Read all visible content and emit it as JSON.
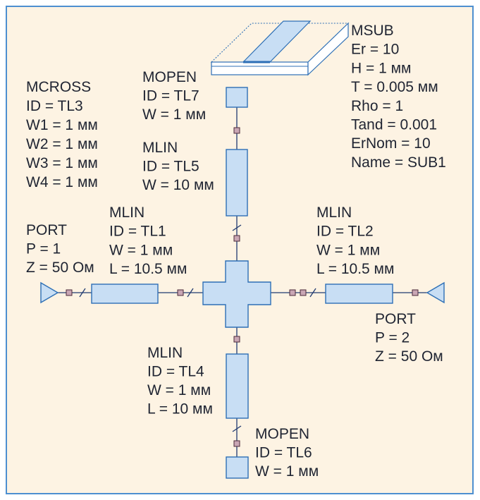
{
  "colors": {
    "background": "#fdf3e3",
    "frame": "#4d8fd0",
    "component_fill": "#c8def4",
    "component_stroke": "#2d6fb6",
    "wire": "#203a70",
    "node": "#c9a6b4",
    "text": "#1f2432"
  },
  "msub": {
    "lines": [
      "MSUB",
      "Er = 10",
      "H = 1 мм",
      "T = 0.005 мм",
      "Rho = 1",
      "Tand = 0.001",
      "ErNom = 10",
      "Name = SUB1"
    ]
  },
  "mcross": {
    "lines": [
      "MCROSS",
      "ID = TL3",
      "W1 = 1 мм",
      "W2 = 1 мм",
      "W3 = 1 мм",
      "W4 = 1 мм"
    ]
  },
  "mopen_tl7": {
    "lines": [
      "MOPEN",
      "ID = TL7",
      "W = 1 мм"
    ]
  },
  "mlin_tl5": {
    "lines": [
      "MLIN",
      "ID = TL5",
      "W = 10 мм"
    ]
  },
  "mlin_tl1": {
    "lines": [
      "MLIN",
      "ID = TL1",
      "W = 1 мм",
      "L = 10.5 мм"
    ]
  },
  "mlin_tl2": {
    "lines": [
      "MLIN",
      "ID = TL2",
      "W = 1 мм",
      "L = 10.5 мм"
    ]
  },
  "port1": {
    "lines": [
      "PORT",
      "P = 1",
      "Z = 50 Ом"
    ]
  },
  "port2": {
    "lines": [
      "PORT",
      "P = 2",
      "Z = 50 Ом"
    ]
  },
  "mlin_tl4": {
    "lines": [
      "MLIN",
      "ID = TL4",
      "W = 1 мм",
      "L = 10 мм"
    ]
  },
  "mopen_tl6": {
    "lines": [
      "MOPEN",
      "ID = TL6",
      "W = 1 мм"
    ]
  }
}
